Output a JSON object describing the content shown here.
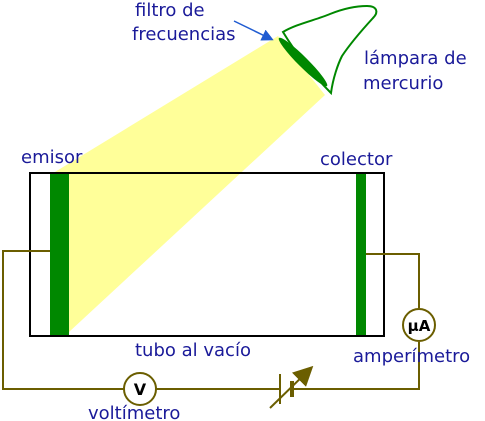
{
  "labels": {
    "filter_line1": "filtro de",
    "filter_line2": "frecuencias",
    "lamp_line1": "lámpara de",
    "lamp_line2": "mercurio",
    "emitter": "emisor",
    "collector": "colector",
    "tube": "tubo al vacío",
    "ammeter": "amperímetro",
    "voltmeter": "voltímetro",
    "ammeter_symbol": "μA",
    "voltmeter_symbol": "V"
  },
  "colors": {
    "text": "#1a1a99",
    "light_beam": "#ffff99",
    "electrode": "#008800",
    "lamp_outline": "#008800",
    "filter": "#008800",
    "wire": "#6b5e00",
    "tube_outline": "#000000",
    "pointer_arrow": "#1f5bd1"
  },
  "icons": {
    "lamp": "lamp-icon",
    "filter": "filter-icon",
    "variable_source": "variable-battery-icon",
    "ammeter": "ammeter-icon",
    "voltmeter": "voltmeter-icon"
  }
}
